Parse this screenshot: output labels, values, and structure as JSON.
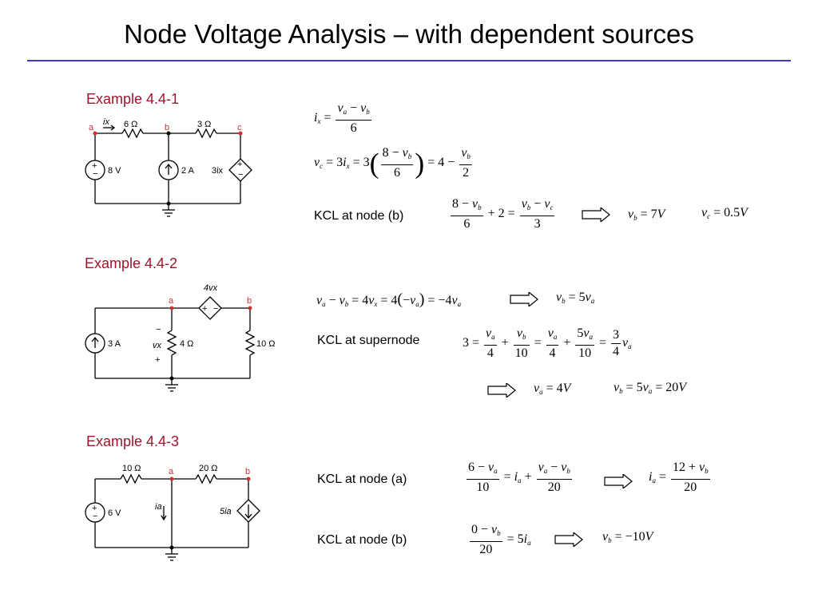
{
  "page": {
    "title": "Node Voltage Analysis – with dependent sources"
  },
  "example1": {
    "label": "Example 4.4-1",
    "circuit": {
      "node_a": "a",
      "node_b": "b",
      "node_c": "c",
      "r1": "6 Ω",
      "r2": "3 Ω",
      "vsrc": "8 V",
      "isrc": "2 A",
      "dep_src": "3ix",
      "current": "ix"
    },
    "kcl_label": "KCL at node (b)"
  },
  "example2": {
    "label": "Example 4.4-2",
    "circuit": {
      "node_a": "a",
      "node_b": "b",
      "dep_src": "4vx",
      "isrc": "3 A",
      "r1": "4 Ω",
      "r2": "10 Ω",
      "vx": "vx"
    },
    "kcl_label": "KCL at supernode"
  },
  "example3": {
    "label": "Example 4.4-3",
    "circuit": {
      "node_a": "a",
      "node_b": "b",
      "r1": "10 Ω",
      "r2": "20 Ω",
      "vsrc": "6 V",
      "dep_src": "5ia",
      "current": "ia"
    },
    "kcl_a_label": "KCL at node (a)",
    "kcl_b_label": "KCL at node (b)"
  }
}
